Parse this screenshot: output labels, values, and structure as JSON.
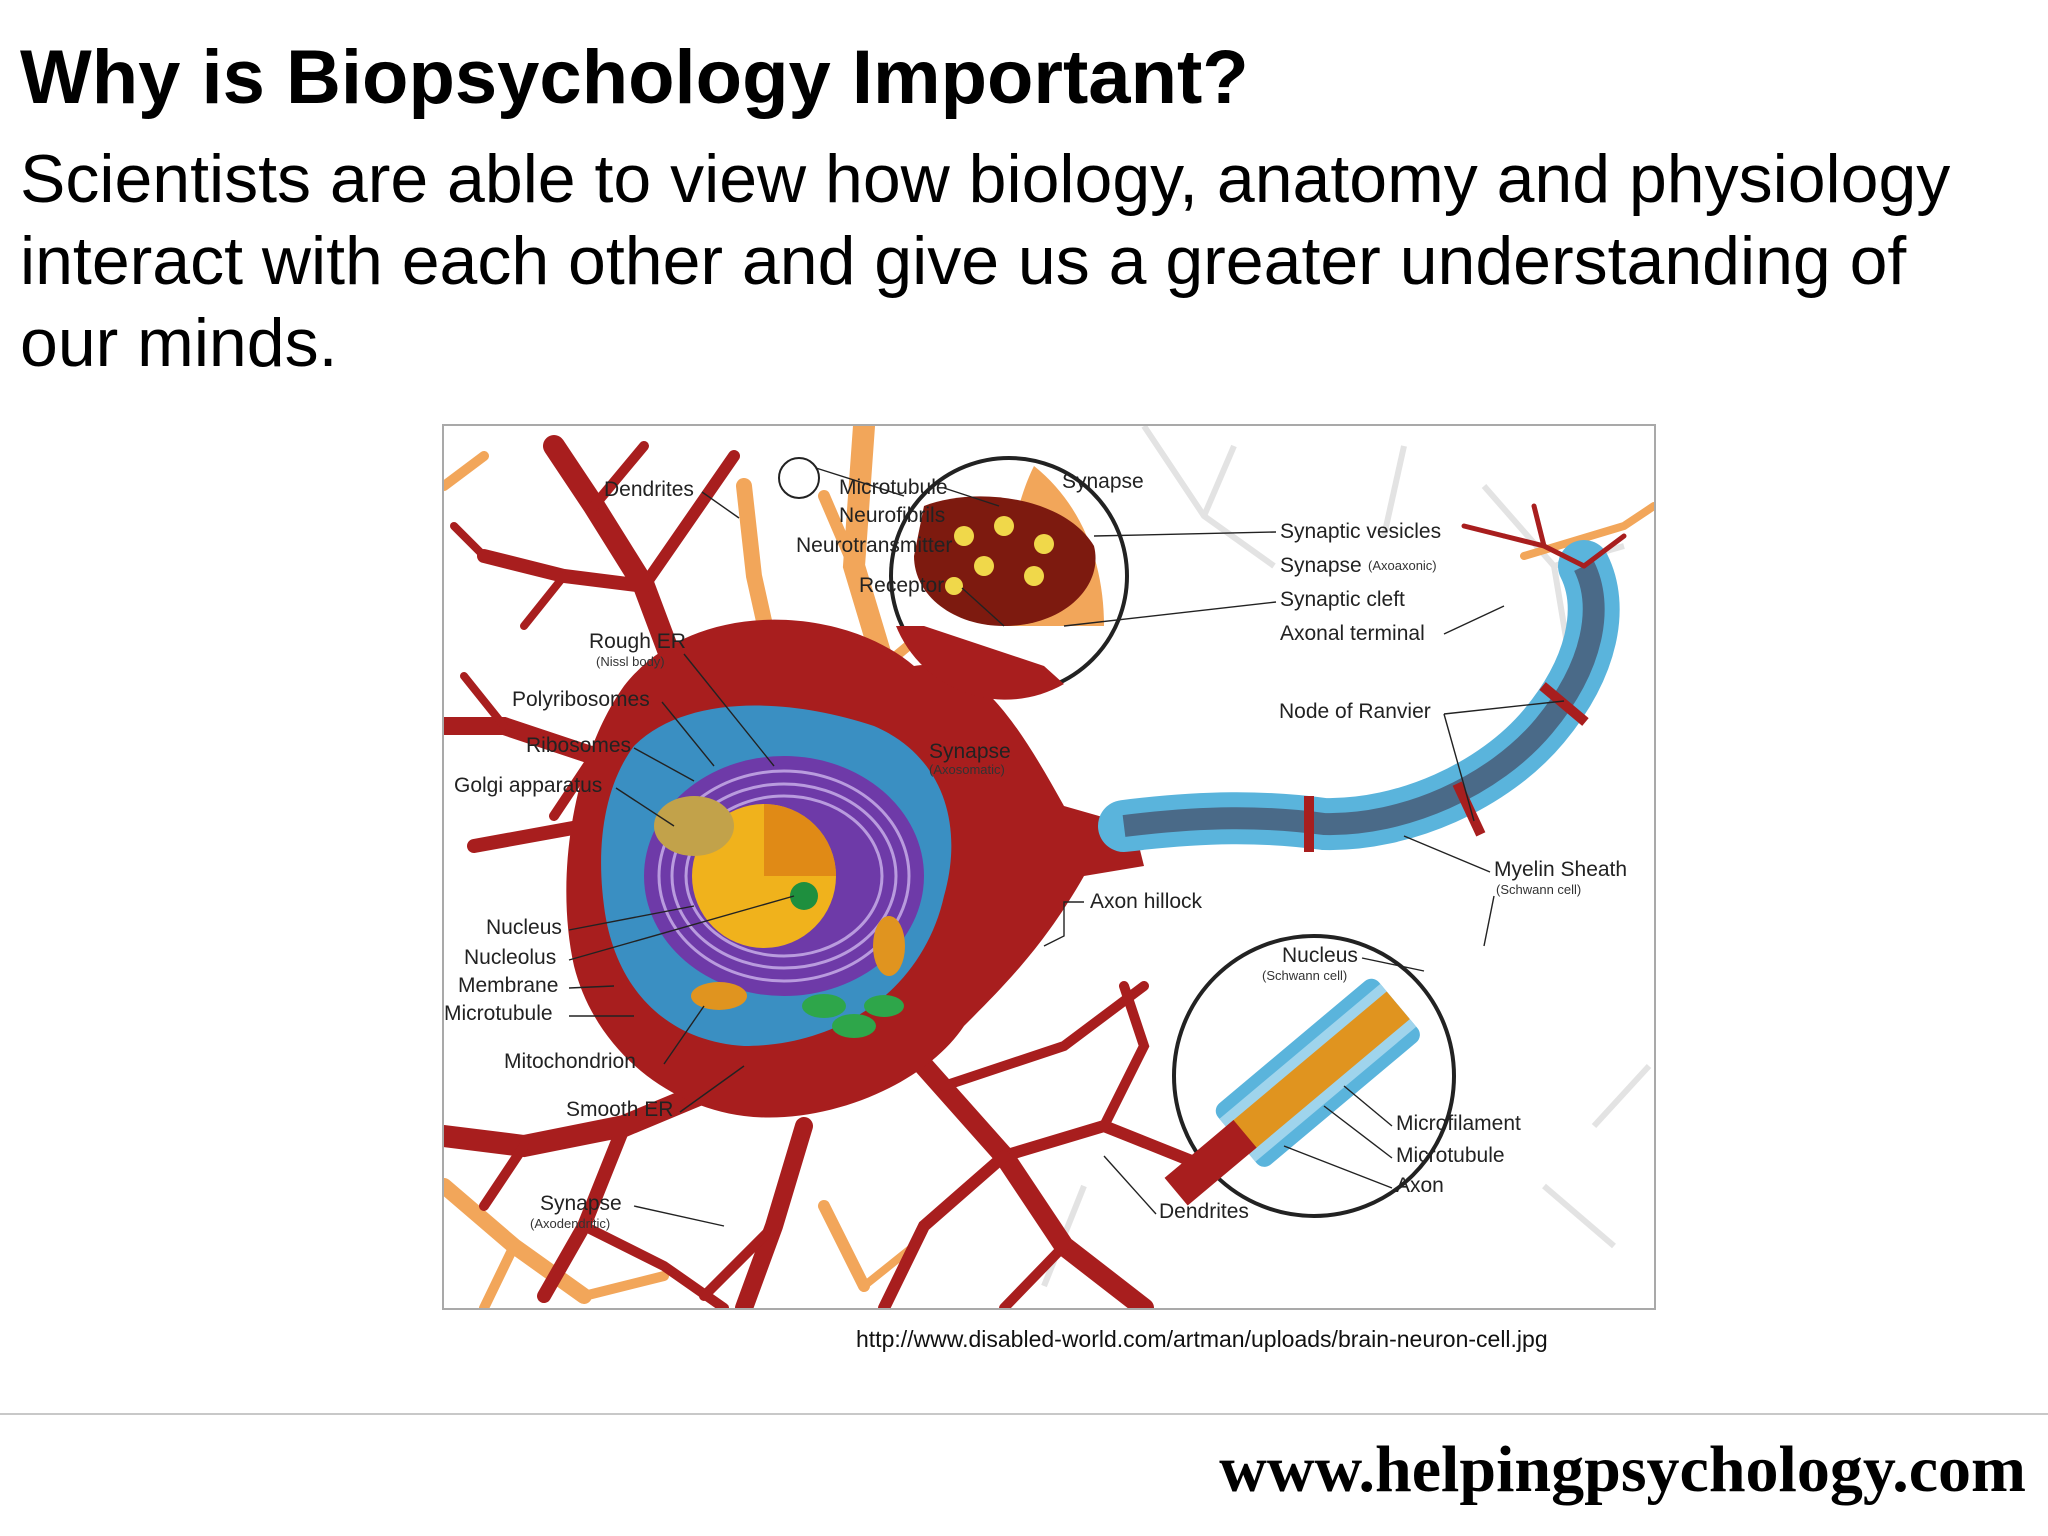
{
  "slide": {
    "title": "Why is Biopsychology Important?",
    "body": "Scientists are able to view how biology, anatomy and physiology interact with each other and give us a greater understanding of our minds."
  },
  "figure": {
    "caption": "http://www.disabled-world.com/artman/uploads/brain-neuron-cell.jpg",
    "labels": {
      "dendrites_top": "Dendrites",
      "microtubule_top": "Microtubule",
      "neurofibrils": "Neurofibrils",
      "neurotransmitter": "Neurotransmitter",
      "receptor": "Receptor",
      "synapse_top": "Synapse",
      "synaptic_vesicles": "Synaptic vesicles",
      "synapse_axoaxonic": "Synapse",
      "synapse_axoaxonic_sub": "(Axoaxonic)",
      "synaptic_cleft": "Synaptic cleft",
      "axonal_terminal": "Axonal terminal",
      "rough_er": "Rough ER",
      "rough_er_sub": "(Nissl body)",
      "polyribosomes": "Polyribosomes",
      "ribosomes": "Ribosomes",
      "golgi": "Golgi apparatus",
      "synapse_mid": "Synapse",
      "synapse_mid_sub": "(Axosomatic)",
      "node_of_ranvier": "Node of Ranvier",
      "myelin_sheath": "Myelin Sheath",
      "myelin_sheath_sub": "(Schwann cell)",
      "axon_hillock": "Axon hillock",
      "nucleus": "Nucleus",
      "nucleolus": "Nucleolus",
      "membrane": "Membrane",
      "microtubule_left": "Microtubule",
      "mitochondrion": "Mitochondrion",
      "smooth_er": "Smooth ER",
      "nucleus_schwann": "Nucleus",
      "nucleus_schwann_sub": "(Schwann cell)",
      "microfilament": "Microfilament",
      "microtubule_axon": "Microtubule",
      "axon": "Axon",
      "synapse_bottom": "Synapse",
      "synapse_bottom_sub": "(Axodendritic)",
      "dendrites_bottom": "Dendrites"
    },
    "colors": {
      "neuron_body": "#a81e1e",
      "dendrite_light": "#f2a65a",
      "cytoplasm": "#3a8fc2",
      "nucleus": "#f0b21c",
      "golgi": "#6e3aa8",
      "myelin": "#5ab4dc",
      "axon_core": "#4a6a88"
    }
  },
  "footer": {
    "site": "www.helpingpsychology.com"
  }
}
